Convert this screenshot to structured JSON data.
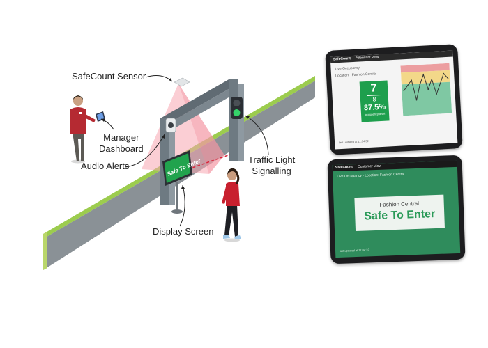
{
  "callouts": {
    "sensor": "SafeCount Sensor",
    "manager_line1": "Manager",
    "manager_line2": "Dashboard",
    "audio": "Audio Alerts",
    "display": "Display Screen",
    "traffic_line1": "Traffic Light",
    "traffic_line2": "Signalling"
  },
  "gate_screen": {
    "text": "Safe To Enter"
  },
  "attendant_tablet": {
    "brand": "SafeCount",
    "view": "Attendant View",
    "title": "Live Occupancy",
    "location_label": "Location:",
    "location_value": "Fashion Central",
    "count": "7",
    "capacity": "8",
    "percent": "87.5%",
    "percent_sub": "occupancy level",
    "footer": "last updated at 11:04:32",
    "chart_data": {
      "type": "line",
      "values": [
        5,
        6,
        7,
        3,
        6,
        8,
        5,
        7,
        4,
        6,
        8,
        7
      ],
      "ylim": [
        0,
        10
      ],
      "zones": {
        "green": "#7fc8a3",
        "amber": "#f3d889",
        "red": "#ec9ea0"
      }
    }
  },
  "customer_tablet": {
    "brand": "SafeCount",
    "view": "Customer View",
    "header": "Live Occupancy - Location: Fashion Central",
    "location": "Fashion Central",
    "status": "Safe To Enter",
    "footer": "last updated at 11:04:32"
  },
  "colors": {
    "floor_green": "#8bc34a",
    "floor_grey": "#8a9196",
    "gate_grey": "#78838b",
    "status_green": "#1e9f4d",
    "customer_bg": "#2f8c5c",
    "beam_pink": "#f7a6b0",
    "shirt_red": "#c8202e"
  }
}
